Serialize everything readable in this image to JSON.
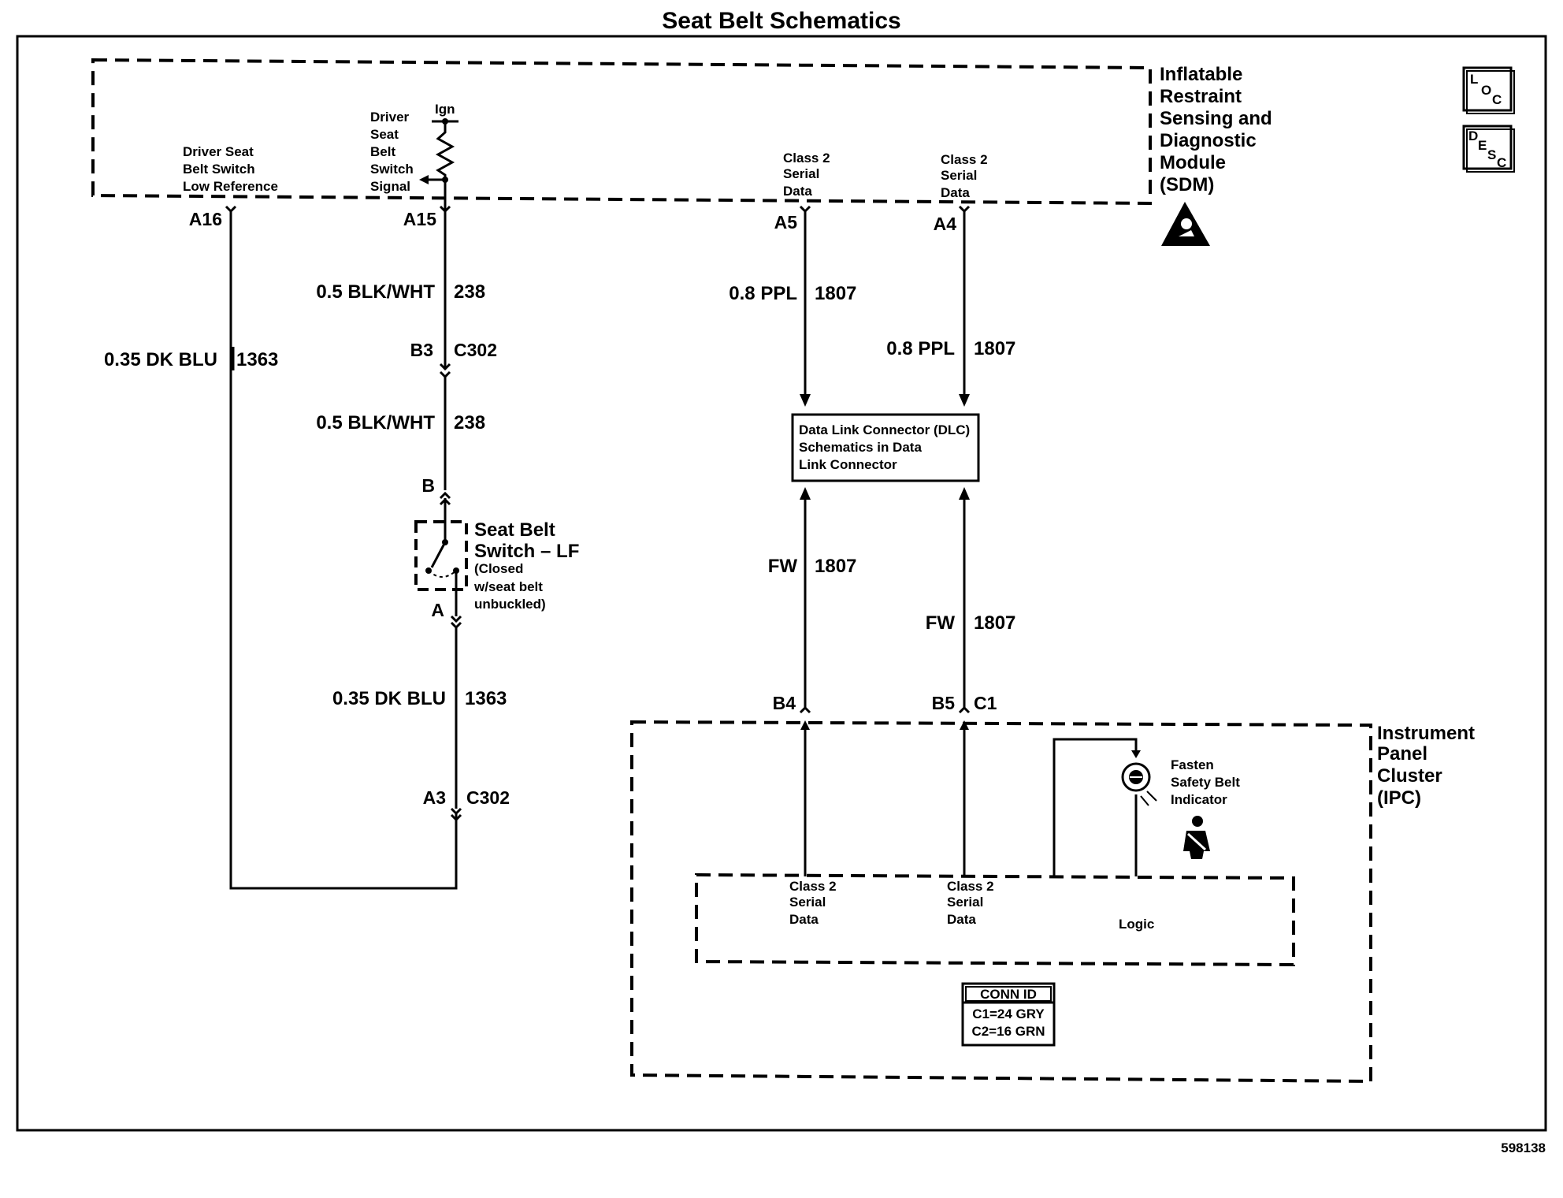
{
  "title": "Seat Belt Schematics",
  "figure_number": "598138",
  "icons": {
    "loc_button": "L O C",
    "desc_button": "D E S C",
    "sdm_warning": "airbag-warning-icon",
    "seatbelt": "seatbelt-person-icon",
    "bulb": "bulb-icon"
  },
  "sdm": {
    "name": [
      "Inflatable",
      "Restraint",
      "Sensing and",
      "Diagnostic",
      "Module",
      "(SDM)"
    ],
    "ign_label": "Ign",
    "low_ref_label": [
      "Driver Seat",
      "Belt Switch",
      "Low Reference"
    ],
    "signal_label": [
      "Driver",
      "Seat",
      "Belt",
      "Switch",
      "Signal"
    ],
    "serial_a5_label": [
      "Class 2",
      "Serial",
      "Data"
    ],
    "serial_a4_label": [
      "Class 2",
      "Serial",
      "Data"
    ]
  },
  "pins": {
    "a16": "A16",
    "a15": "A15",
    "a5": "A5",
    "a4": "A4",
    "b3": "B3",
    "c302_top": "C302",
    "b": "B",
    "a": "A",
    "a3": "A3",
    "c302_bottom": "C302",
    "b4": "B4",
    "b5": "B5",
    "c1": "C1"
  },
  "wires": {
    "left_color": "0.35 DK BLU",
    "left_circuit": "1363",
    "a15_color": "0.5 BLK/WHT",
    "a15_circuit": "238",
    "b3_color": "0.5 BLK/WHT",
    "b3_circuit": "238",
    "switch_color": "0.35 DK BLU",
    "switch_circuit": "1363",
    "a5_color": "0.8 PPL",
    "a5_circuit": "1807",
    "a4_color": "0.8 PPL",
    "a4_circuit": "1807",
    "b4_color": "FW",
    "b4_circuit": "1807",
    "b5_color": "FW",
    "b5_circuit": "1807"
  },
  "switch": {
    "name": [
      "Seat Belt",
      "Switch – LF"
    ],
    "note": [
      "(Closed",
      "w/seat belt",
      "unbuckled)"
    ]
  },
  "dlc": {
    "label": [
      "Data Link Connector (DLC)",
      "Schematics in Data",
      "Link Connector"
    ]
  },
  "ipc": {
    "name": [
      "Instrument",
      "Panel",
      "Cluster",
      "(IPC)"
    ],
    "indicator_label": [
      "Fasten",
      "Safety Belt",
      "Indicator"
    ],
    "serial_b4_label": [
      "Class 2",
      "Serial",
      "Data"
    ],
    "serial_b5_label": [
      "Class 2",
      "Serial",
      "Data"
    ],
    "logic_label": "Logic"
  },
  "conn_id": {
    "header": "CONN ID",
    "rows": [
      "C1=24 GRY",
      "C2=16 GRN"
    ]
  }
}
